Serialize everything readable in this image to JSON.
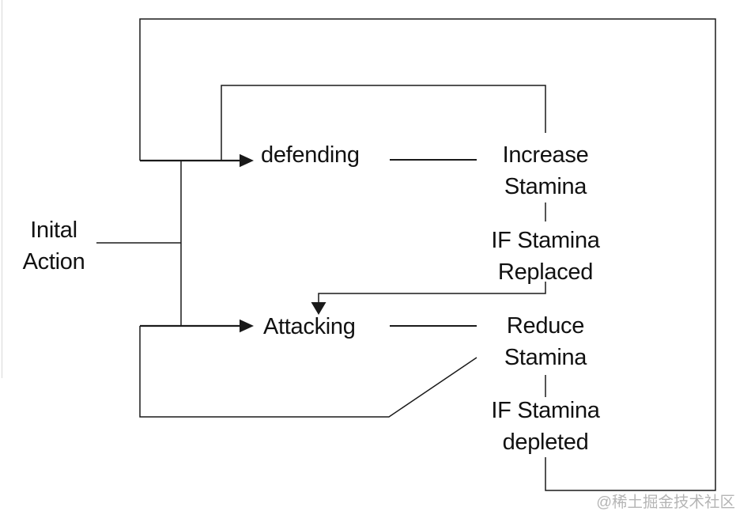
{
  "diagram": {
    "start": {
      "line1": "Inital",
      "line2": "Action"
    },
    "states": {
      "defending": "defending",
      "attacking": "Attacking"
    },
    "effects": {
      "increase": {
        "line1": "Increase",
        "line2": "Stamina"
      },
      "replaced": {
        "line1": "IF Stamina",
        "line2": "Replaced"
      },
      "reduce": {
        "line1": "Reduce",
        "line2": "Stamina"
      },
      "depleted": {
        "line1": "IF Stamina",
        "line2": "depleted"
      }
    }
  },
  "watermark": "@稀土掘金技术社区",
  "colors": {
    "background": "#ffffff",
    "line": "#1a1a1a",
    "text": "#111111",
    "watermark": "#b5b5b5",
    "edge_artifact": "#d9d9d9"
  }
}
